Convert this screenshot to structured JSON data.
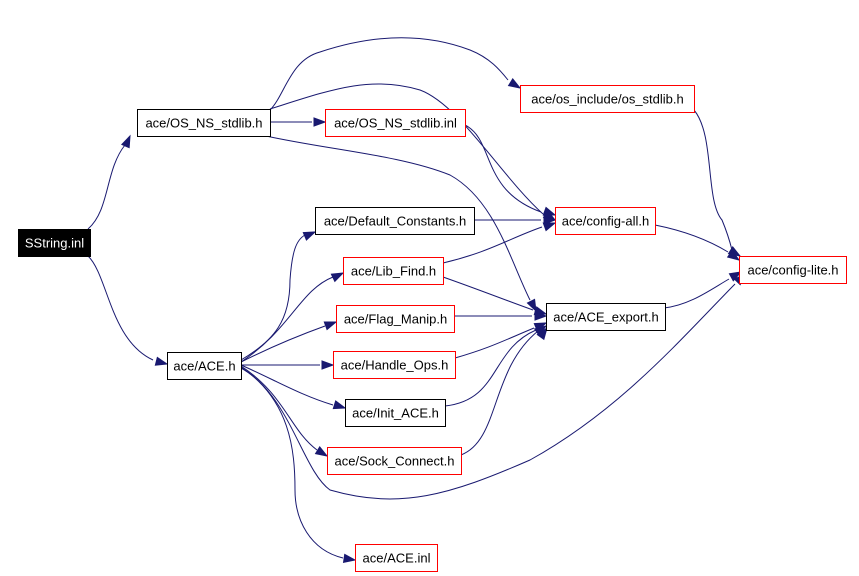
{
  "nodes": {
    "sstring_inl": {
      "label": "SString.inl",
      "style": "root"
    },
    "os_ns_stdlib_h": {
      "label": "ace/OS_NS_stdlib.h",
      "style": "normal"
    },
    "os_include_os_stdlib_h": {
      "label": "ace/os_include/os_stdlib.h",
      "style": "truncated"
    },
    "os_ns_stdlib_inl": {
      "label": "ace/OS_NS_stdlib.inl",
      "style": "truncated"
    },
    "default_constants_h": {
      "label": "ace/Default_Constants.h",
      "style": "normal"
    },
    "config_all_h": {
      "label": "ace/config-all.h",
      "style": "truncated"
    },
    "lib_find_h": {
      "label": "ace/Lib_Find.h",
      "style": "truncated"
    },
    "config_lite_h": {
      "label": "ace/config-lite.h",
      "style": "truncated"
    },
    "flag_manip_h": {
      "label": "ace/Flag_Manip.h",
      "style": "truncated"
    },
    "ace_export_h": {
      "label": "ace/ACE_export.h",
      "style": "normal"
    },
    "ace_h": {
      "label": "ace/ACE.h",
      "style": "normal"
    },
    "handle_ops_h": {
      "label": "ace/Handle_Ops.h",
      "style": "truncated"
    },
    "init_ace_h": {
      "label": "ace/Init_ACE.h",
      "style": "normal"
    },
    "sock_connect_h": {
      "label": "ace/Sock_Connect.h",
      "style": "truncated"
    },
    "ace_inl": {
      "label": "ace/ACE.inl",
      "style": "truncated"
    }
  },
  "edges": [
    {
      "from": "sstring_inl",
      "to": "os_ns_stdlib_h"
    },
    {
      "from": "sstring_inl",
      "to": "ace_h"
    },
    {
      "from": "os_ns_stdlib_h",
      "to": "os_include_os_stdlib_h"
    },
    {
      "from": "os_ns_stdlib_h",
      "to": "os_ns_stdlib_inl"
    },
    {
      "from": "os_ns_stdlib_h",
      "to": "config_all_h"
    },
    {
      "from": "os_ns_stdlib_h",
      "to": "ace_export_h"
    },
    {
      "from": "os_include_os_stdlib_h",
      "to": "config_lite_h"
    },
    {
      "from": "os_ns_stdlib_inl",
      "to": "config_all_h"
    },
    {
      "from": "default_constants_h",
      "to": "config_all_h"
    },
    {
      "from": "config_all_h",
      "to": "config_lite_h"
    },
    {
      "from": "lib_find_h",
      "to": "config_all_h"
    },
    {
      "from": "lib_find_h",
      "to": "ace_export_h"
    },
    {
      "from": "flag_manip_h",
      "to": "ace_export_h"
    },
    {
      "from": "ace_export_h",
      "to": "config_lite_h"
    },
    {
      "from": "ace_h",
      "to": "default_constants_h"
    },
    {
      "from": "ace_h",
      "to": "lib_find_h"
    },
    {
      "from": "ace_h",
      "to": "flag_manip_h"
    },
    {
      "from": "ace_h",
      "to": "handle_ops_h"
    },
    {
      "from": "ace_h",
      "to": "init_ace_h"
    },
    {
      "from": "ace_h",
      "to": "sock_connect_h"
    },
    {
      "from": "ace_h",
      "to": "config_lite_h"
    },
    {
      "from": "ace_h",
      "to": "ace_inl"
    },
    {
      "from": "handle_ops_h",
      "to": "ace_export_h"
    },
    {
      "from": "init_ace_h",
      "to": "ace_export_h"
    },
    {
      "from": "sock_connect_h",
      "to": "ace_export_h"
    }
  ],
  "colors": {
    "edge": "#191970",
    "normal_border": "#000000",
    "truncated_border": "#ff0000",
    "root_fill": "#000000",
    "root_text": "#ffffff",
    "node_fill": "#ffffff",
    "node_text": "#000000"
  }
}
